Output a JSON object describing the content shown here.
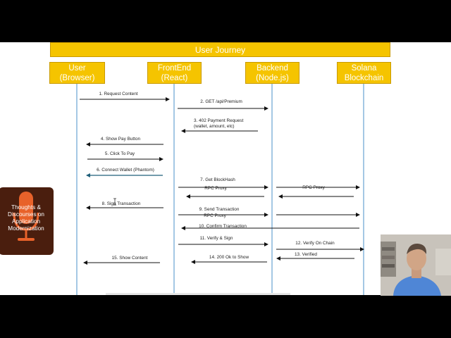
{
  "title": "User Journey",
  "actors": [
    {
      "line1": "User",
      "line2": "(Browser)"
    },
    {
      "line1": "FrontEnd",
      "line2": "(React)"
    },
    {
      "line1": "Backend",
      "line2": "(Node.js)"
    },
    {
      "line1": "Solana",
      "line2": "Blockchain"
    }
  ],
  "messages": {
    "m1": "1. Request Content",
    "m2": "2. GET /api/Premium",
    "m3a": "3. 402 Payment Request",
    "m3b": "(wallet, amount, etc)",
    "m4": "4. Show Pay Button",
    "m5": "5. Click To Pay",
    "m6": "6. Connect Wallet (Phantom)",
    "m7": "7. Get BlockHash",
    "m7_proxy_left": "RPC Proxy",
    "m7_proxy_right": "RPC Proxy",
    "m8": "8. Sign Transaction",
    "m9": "9. Send Transaction",
    "m9_proxy": "RPC Proxy",
    "m10": "10. Confirm Transaction",
    "m11": "11. Verify & Sign",
    "m12": "12. Verify On Chain",
    "m13": "13. Verified",
    "m14": "14. 200 Ok to Show",
    "m15": "15. Show Content"
  },
  "badge": {
    "line1": "Thoughts &",
    "line2": "Discourses on",
    "line3": "Application",
    "line4": "Modernization"
  },
  "colors": {
    "actor_fill": "#f5c400",
    "lifeline": "#4a90c8",
    "arrow": "#111111",
    "highlight_arrow": "#1f5f7a",
    "badge_bg": "#4a1e0e",
    "badge_accent": "#e8622a"
  }
}
